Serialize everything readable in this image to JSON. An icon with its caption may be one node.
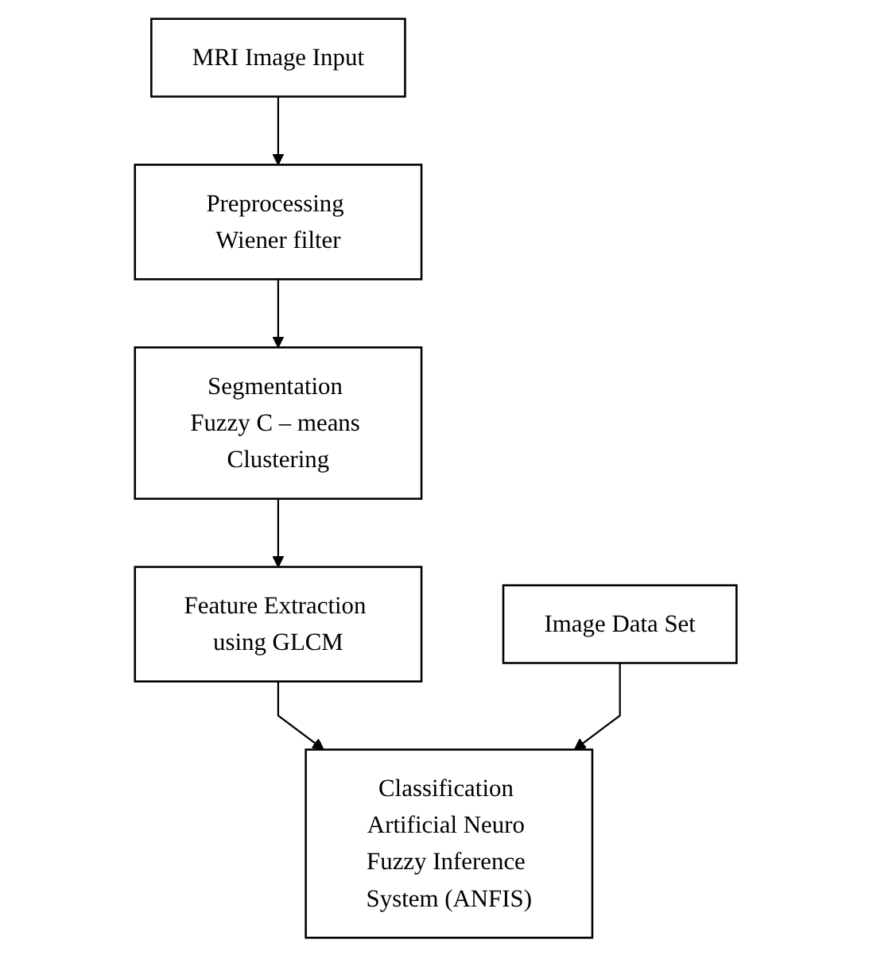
{
  "diagram": {
    "nodes": [
      {
        "text": [
          "MRI Image Input"
        ]
      },
      {
        "text": [
          "Image Data Set"
        ]
      },
      {
        "text": [
          "Preprocessing Wiener filter"
        ]
      },
      {
        "text": [
          "Classification Artificial Neuro Fuzzy Inference System (ANFIS)"
        ]
      },
      {
        "text": [
          "Segmentation Fuzzy C – means Clustering"
        ]
      },
      {
        "text": [
          "Feature Extraction using GLCM"
        ]
      }
    ],
    "edges": [
      {
        "from": 0,
        "to": 2,
        "arrow": "to"
      },
      {
        "from": 2,
        "to": 4,
        "arrow": "to"
      },
      {
        "from": 4,
        "to": 5,
        "arrow": "to"
      },
      {
        "from": 5,
        "to": 3,
        "arrow": "to"
      },
      {
        "from": 1,
        "to": 3,
        "arrow": "to"
      }
    ]
  }
}
